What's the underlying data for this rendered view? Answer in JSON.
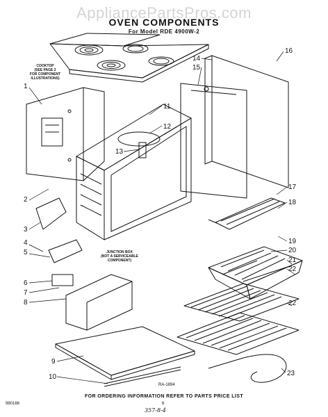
{
  "watermark": "AppliancePartsPros.com",
  "title": "OVEN COMPONENTS",
  "subtitle": "For Model RDE 4900W-2",
  "notes": {
    "cooktop": "COOKTOP\n(SEE PAGE 2\nFOR COMPONENT\nILLUSTRATIONS)",
    "junction_box": "JUNCTION BOX\n(NOT A SERVICEABLE\nCOMPONENT)"
  },
  "diagram_code": "RA-1894",
  "footer": "FOR ORDERING INFORMATION REFER TO PARTS PRICE LIST",
  "page_code": "980166",
  "page_number": "6",
  "handwritten": "357-8-4",
  "callouts": [
    "1",
    "2",
    "3",
    "4",
    "5",
    "6",
    "7",
    "8",
    "9",
    "10",
    "11",
    "12",
    "13",
    "14",
    "15",
    "16",
    "17",
    "18",
    "19",
    "20",
    "21",
    "22",
    "22",
    "23"
  ]
}
